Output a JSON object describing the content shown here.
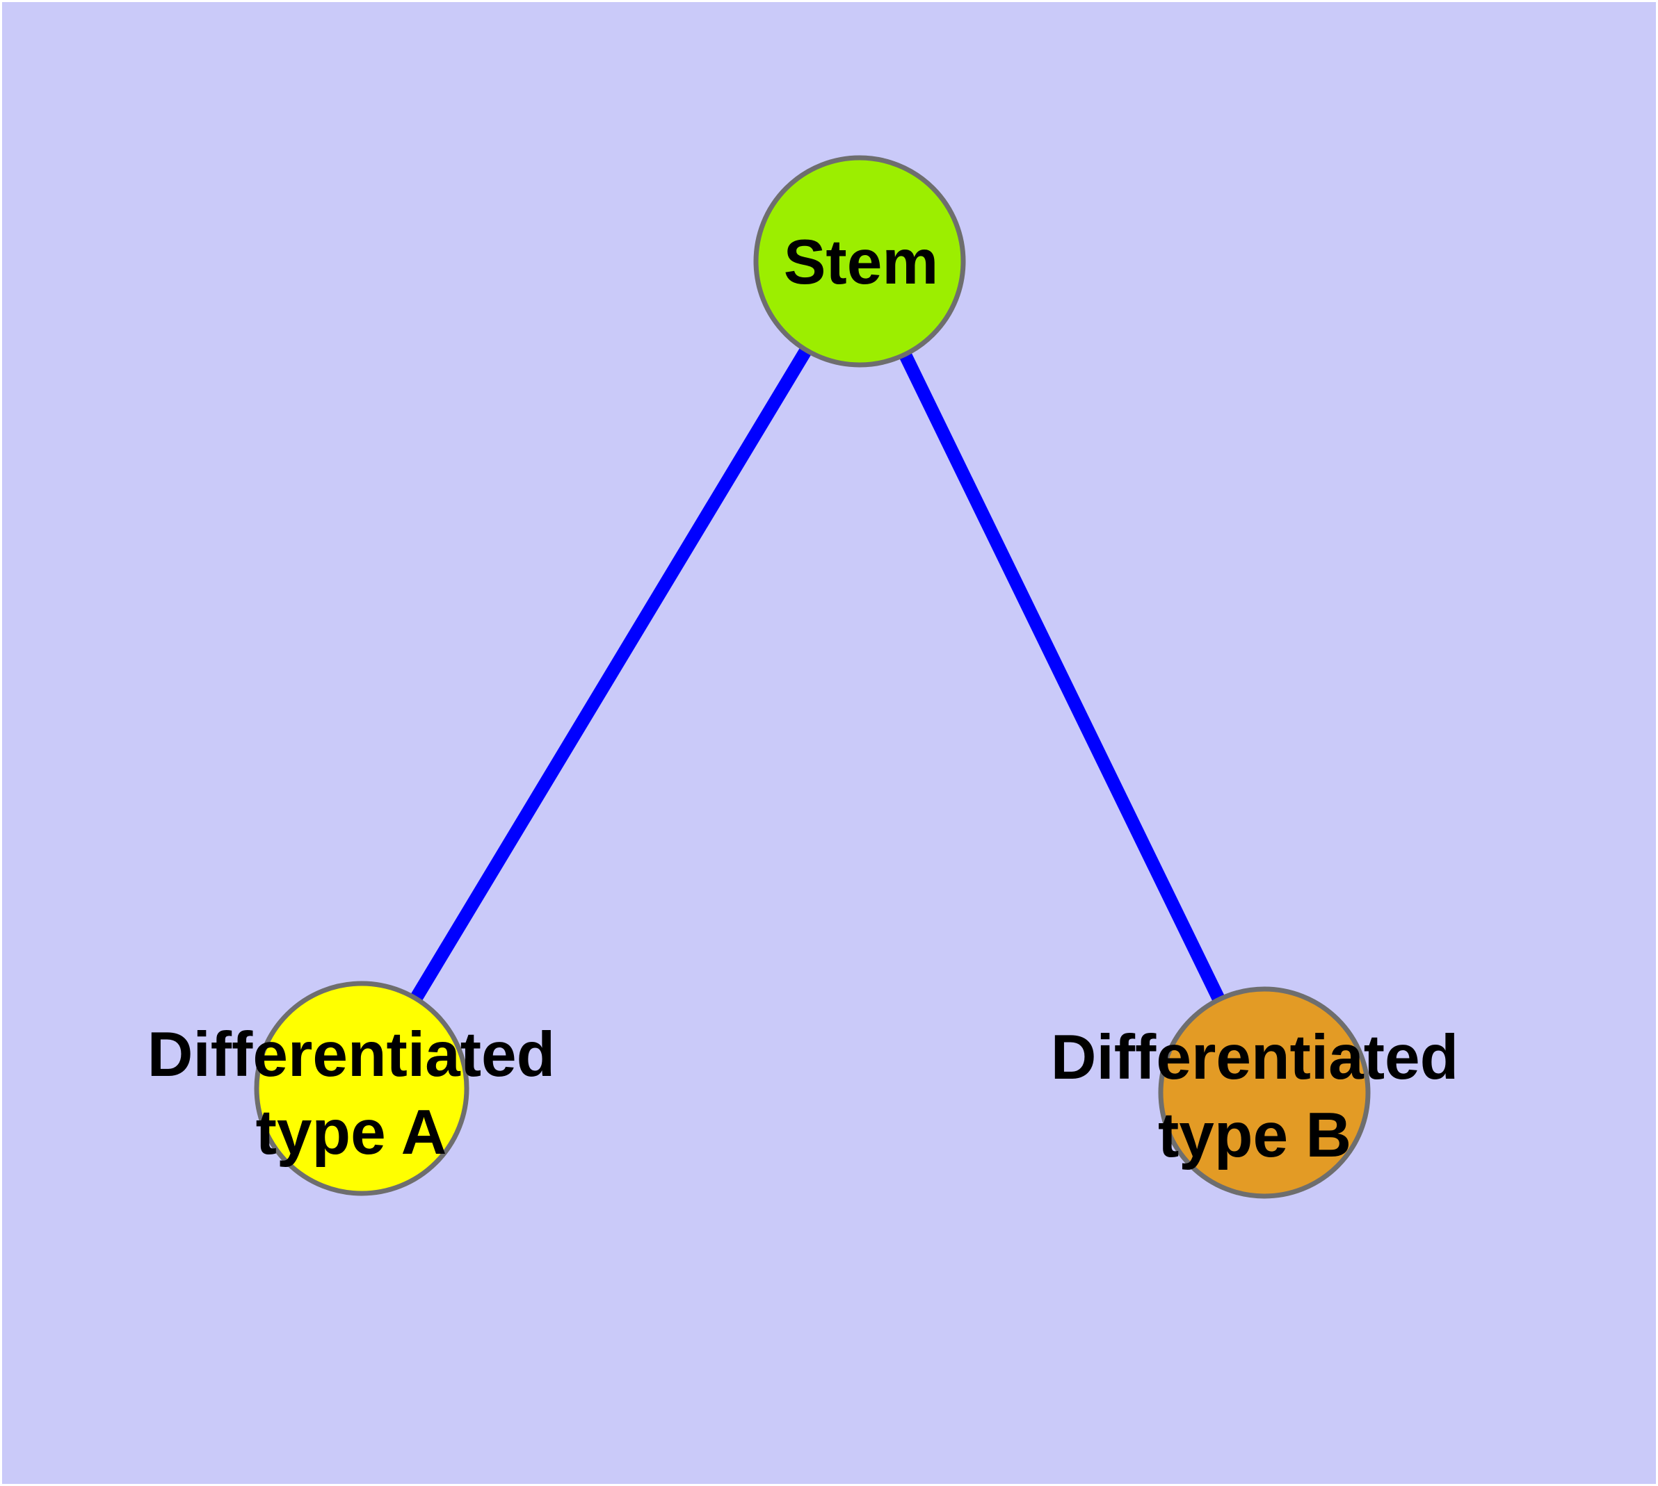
{
  "diagram": {
    "type": "node-link-graph",
    "canvas_color": "#CACAF9",
    "frame_color": "#FFFFFF",
    "edge_color": "#0000FF",
    "node_border_color": "#6E6E6E",
    "label_color": "#000000",
    "nodes": [
      {
        "id": "stem",
        "label": "Stem",
        "label_lines": [
          "Stem"
        ],
        "color": "#9CEE00"
      },
      {
        "id": "type-a",
        "label": "Differentiated type A",
        "label_lines": [
          "Differentiated",
          "type A"
        ],
        "color": "#FFFF00"
      },
      {
        "id": "type-b",
        "label": "Differentiated type B",
        "label_lines": [
          "Differentiated",
          "type B"
        ],
        "color": "#E39B25"
      }
    ],
    "edges": [
      {
        "from": "stem",
        "to": "type-a"
      },
      {
        "from": "stem",
        "to": "type-b"
      }
    ]
  }
}
